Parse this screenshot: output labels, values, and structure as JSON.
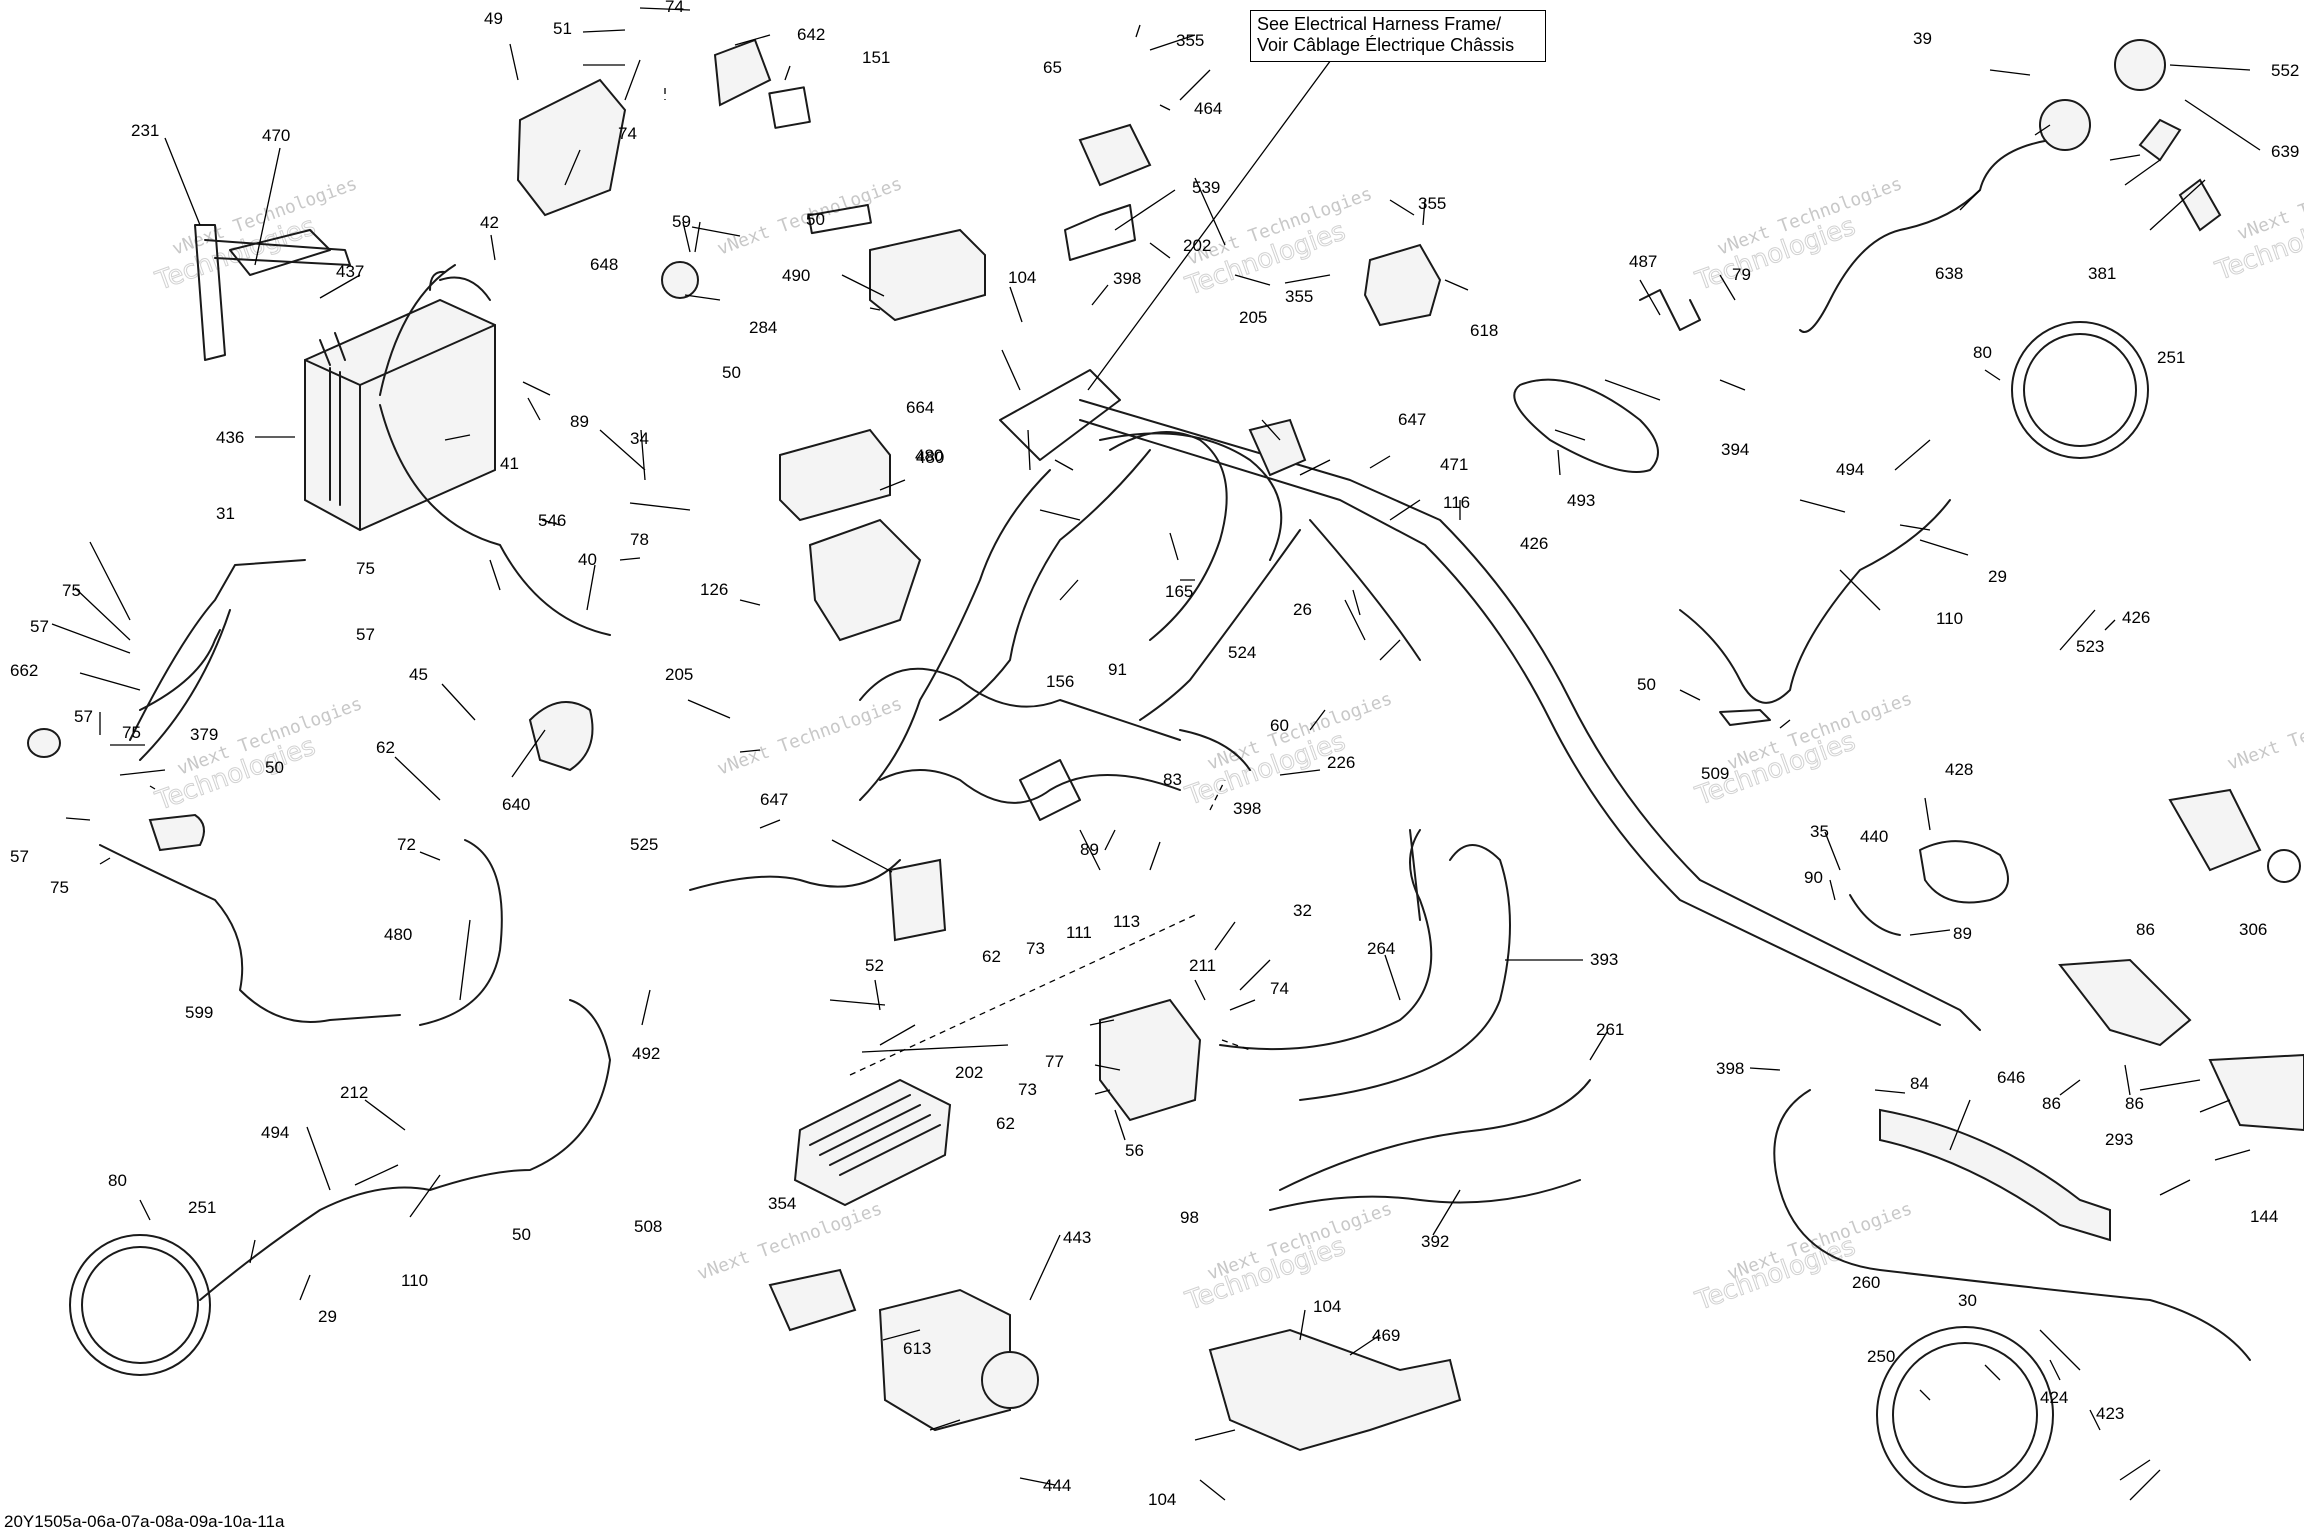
{
  "diagram": {
    "note": {
      "line1": "See Electrical Harness Frame/",
      "line2": "Voir Câblage Électrique Châssis"
    },
    "reference_code": "20Y1505a-06a-07a-08a-09a-10a-11a",
    "watermark": {
      "line1": "vNext Technologies",
      "line2": "Technologies"
    },
    "callouts": [
      "49",
      "51",
      "74",
      "642",
      "151",
      "74",
      "648",
      "231",
      "470",
      "437",
      "42",
      "436",
      "89",
      "41",
      "31",
      "75",
      "546",
      "40",
      "78",
      "57",
      "75",
      "57",
      "662",
      "57",
      "75",
      "379",
      "50",
      "57",
      "75",
      "45",
      "640",
      "62",
      "72",
      "480",
      "599",
      "492",
      "212",
      "494",
      "80",
      "251",
      "110",
      "50",
      "508",
      "29",
      "59",
      "50",
      "490",
      "284",
      "34",
      "664",
      "50",
      "126",
      "205",
      "647",
      "525",
      "480",
      "83",
      "398",
      "89",
      "62",
      "73",
      "111",
      "113",
      "52",
      "202",
      "354",
      "77",
      "73",
      "62",
      "56",
      "98",
      "211",
      "74",
      "32",
      "264",
      "393",
      "261",
      "392",
      "613",
      "443",
      "444",
      "104",
      "469",
      "104",
      "65",
      "355",
      "464",
      "539",
      "202",
      "398",
      "104",
      "480",
      "156",
      "91",
      "165",
      "205",
      "647",
      "355",
      "618",
      "355",
      "471",
      "116",
      "493",
      "26",
      "524",
      "60",
      "226",
      "426",
      "487",
      "79",
      "394",
      "39",
      "552",
      "638",
      "381",
      "639",
      "80",
      "251",
      "494",
      "29",
      "110",
      "426",
      "523",
      "50",
      "509",
      "428",
      "35",
      "90",
      "440",
      "89",
      "86",
      "306",
      "398",
      "84",
      "646",
      "293",
      "86",
      "86",
      "144",
      "30",
      "250",
      "424",
      "423",
      "260"
    ]
  }
}
